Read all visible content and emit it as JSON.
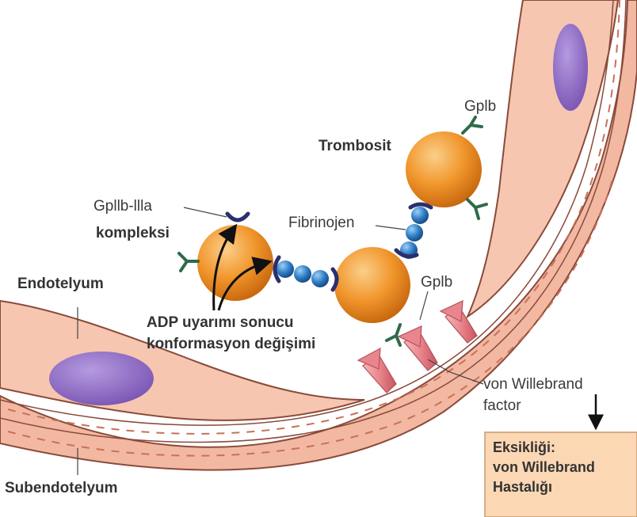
{
  "labels": {
    "gplb_top": "Gplb",
    "trombosit": "Trombosit",
    "gpllb_llla": "Gpllb-llla",
    "kompleksi": "kompleksi",
    "fibrinojen": "Fibrinojen",
    "gplb_mid": "Gplb",
    "endotelyum": "Endotelyum",
    "adp_line1": "ADP uyarımı sonucu",
    "adp_line2": "konformasyon değişimi",
    "vwf_line1": "von Willebrand",
    "vwf_line2": "factor",
    "subendotelyum": "Subendotelyum"
  },
  "info_box": {
    "line1": "Eksikliği:",
    "line2": "von Willebrand",
    "line3": "Hastalığı"
  },
  "colors": {
    "vessel_wall": "#f2b8a2",
    "vessel_stroke": "#8a4a3a",
    "nucleus": "#8f6cc4",
    "platelet": "#f1962c",
    "fibrinogen_bead": "#2f7cc4",
    "receptor_gpllb": "#2c2f6e",
    "receptor_gplb": "#2e6b4a",
    "vwf_arrow": "#e88a90",
    "info_box_fill": "#fbd7b4"
  }
}
